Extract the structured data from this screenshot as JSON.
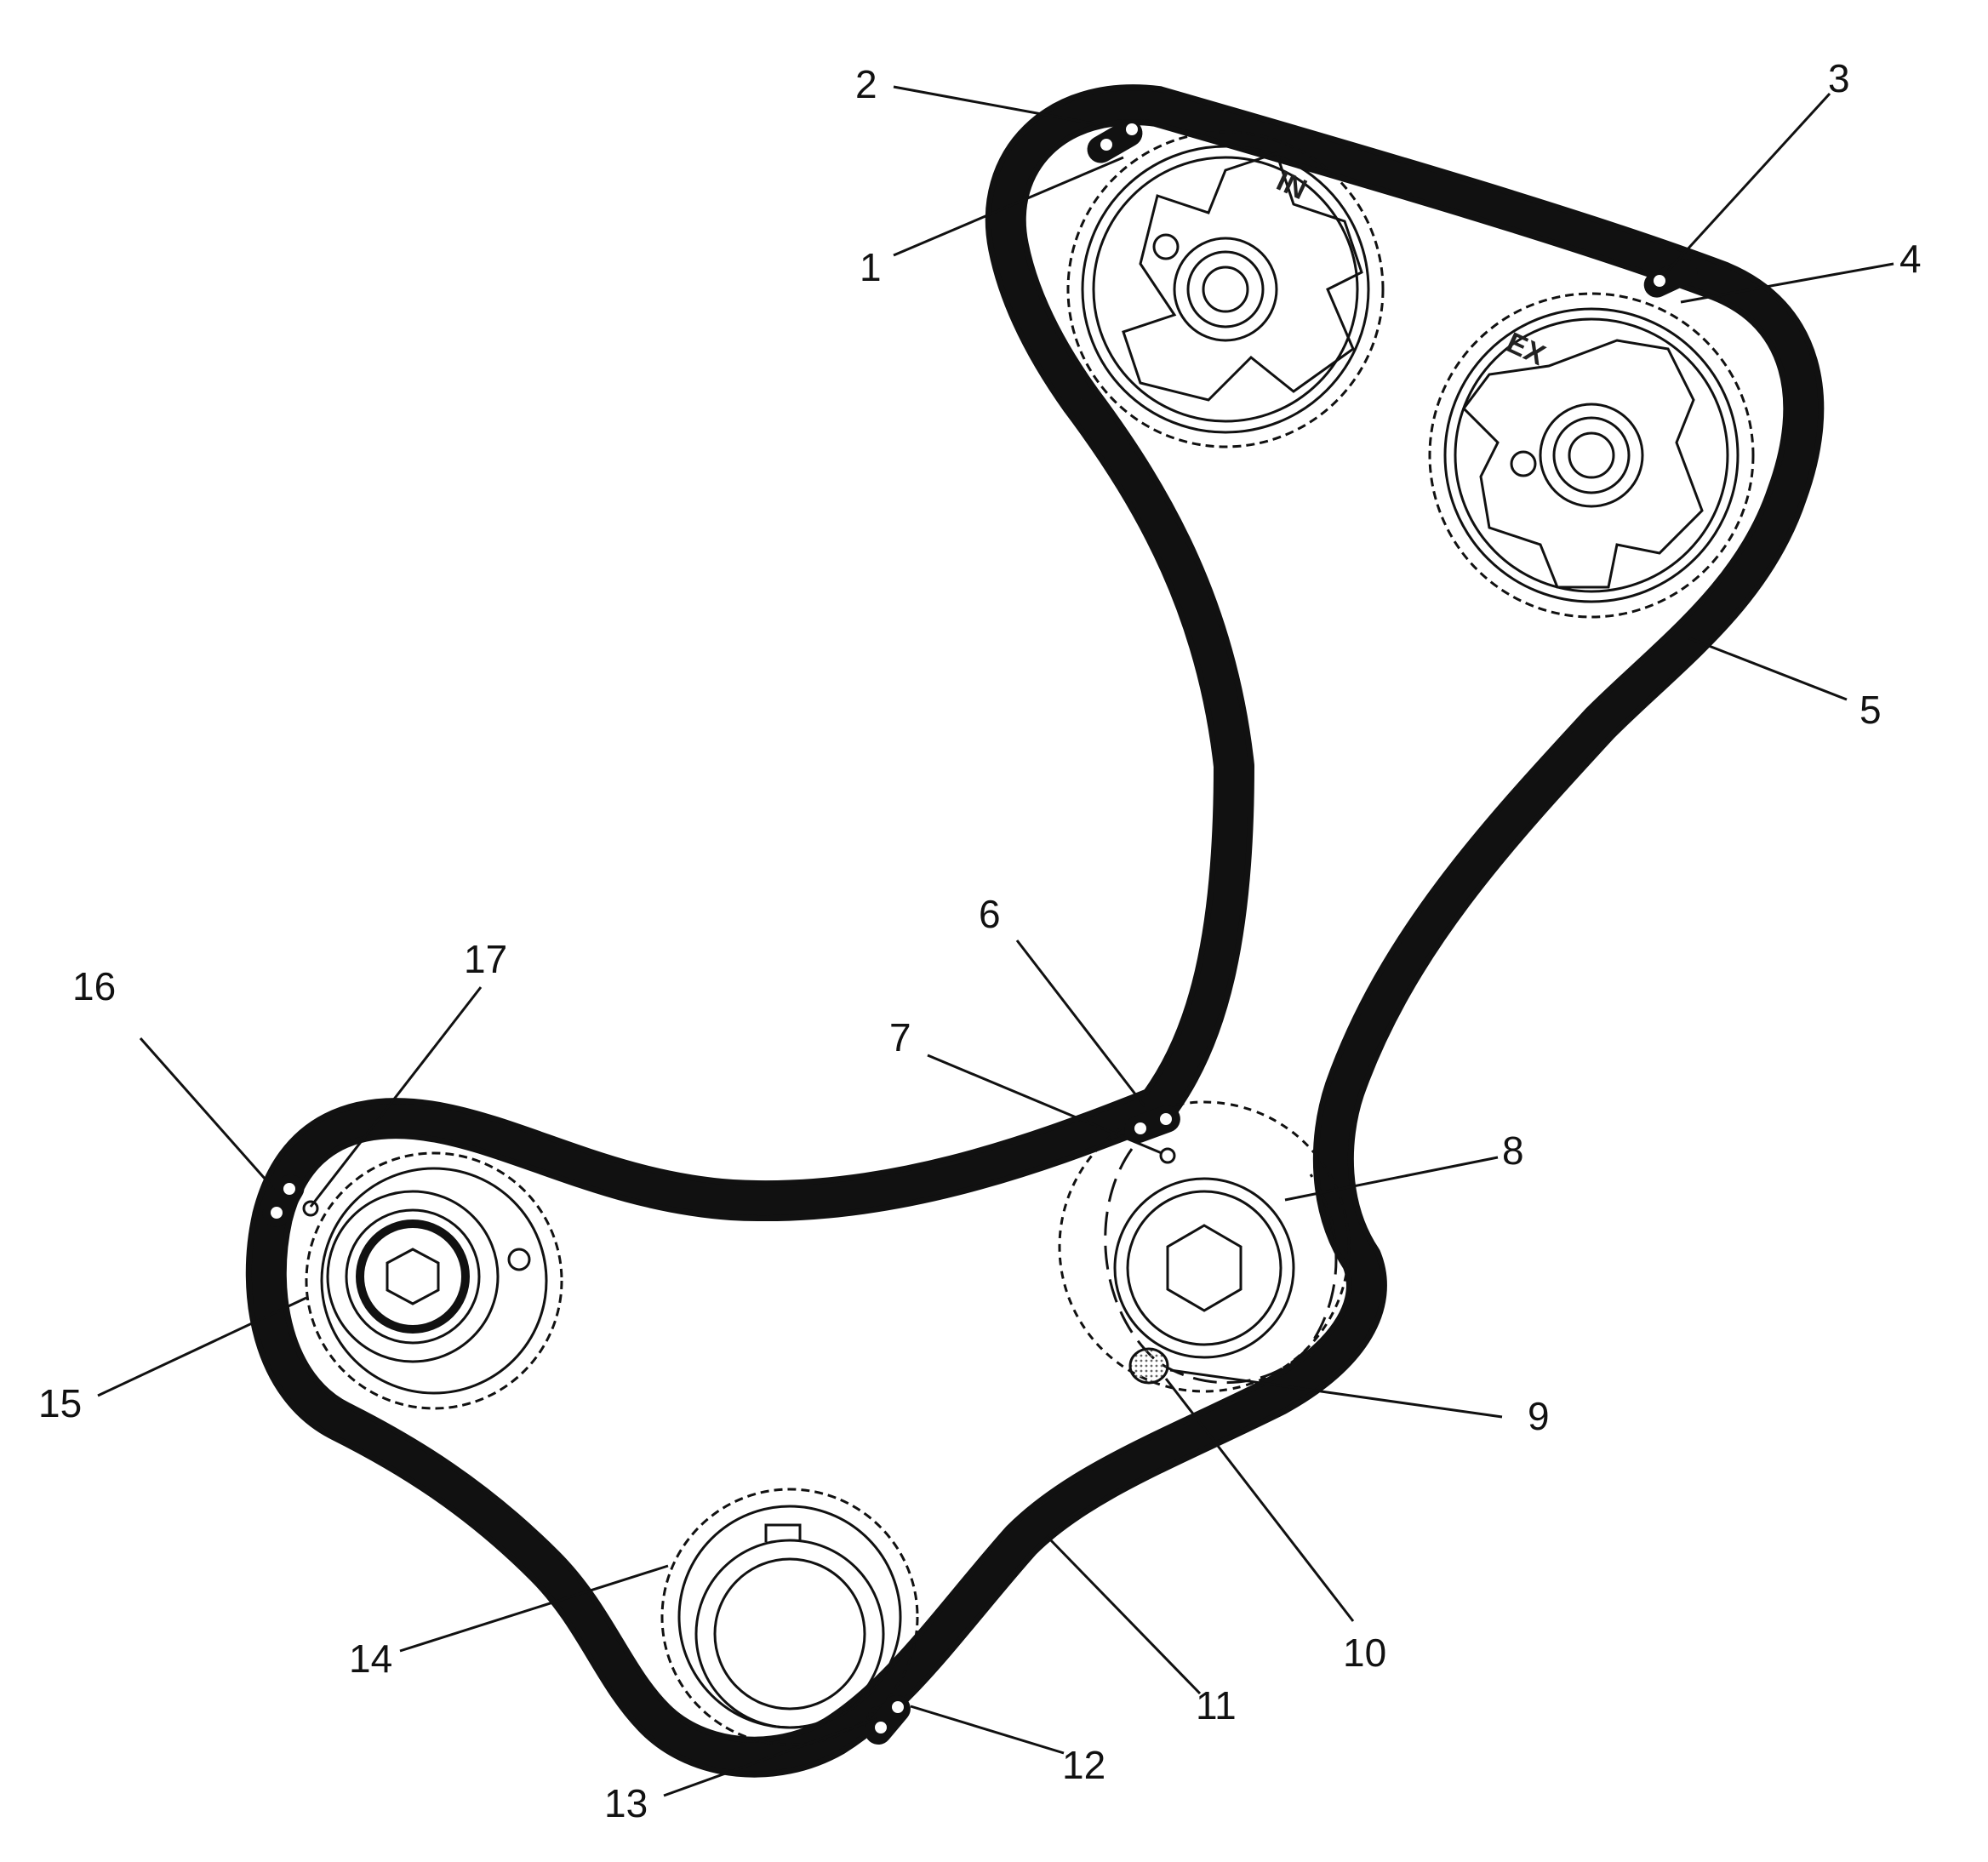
{
  "figure": {
    "stamps": {
      "intake": "IN",
      "exhaust": "EX"
    },
    "callouts": [
      "1",
      "2",
      "3",
      "4",
      "5",
      "6",
      "7",
      "8",
      "9",
      "10",
      "11",
      "12",
      "13",
      "14",
      "15",
      "16",
      "17"
    ],
    "colors": {
      "ink": "#111111",
      "background": "#ffffff",
      "pin": "#9a9a9a"
    }
  }
}
